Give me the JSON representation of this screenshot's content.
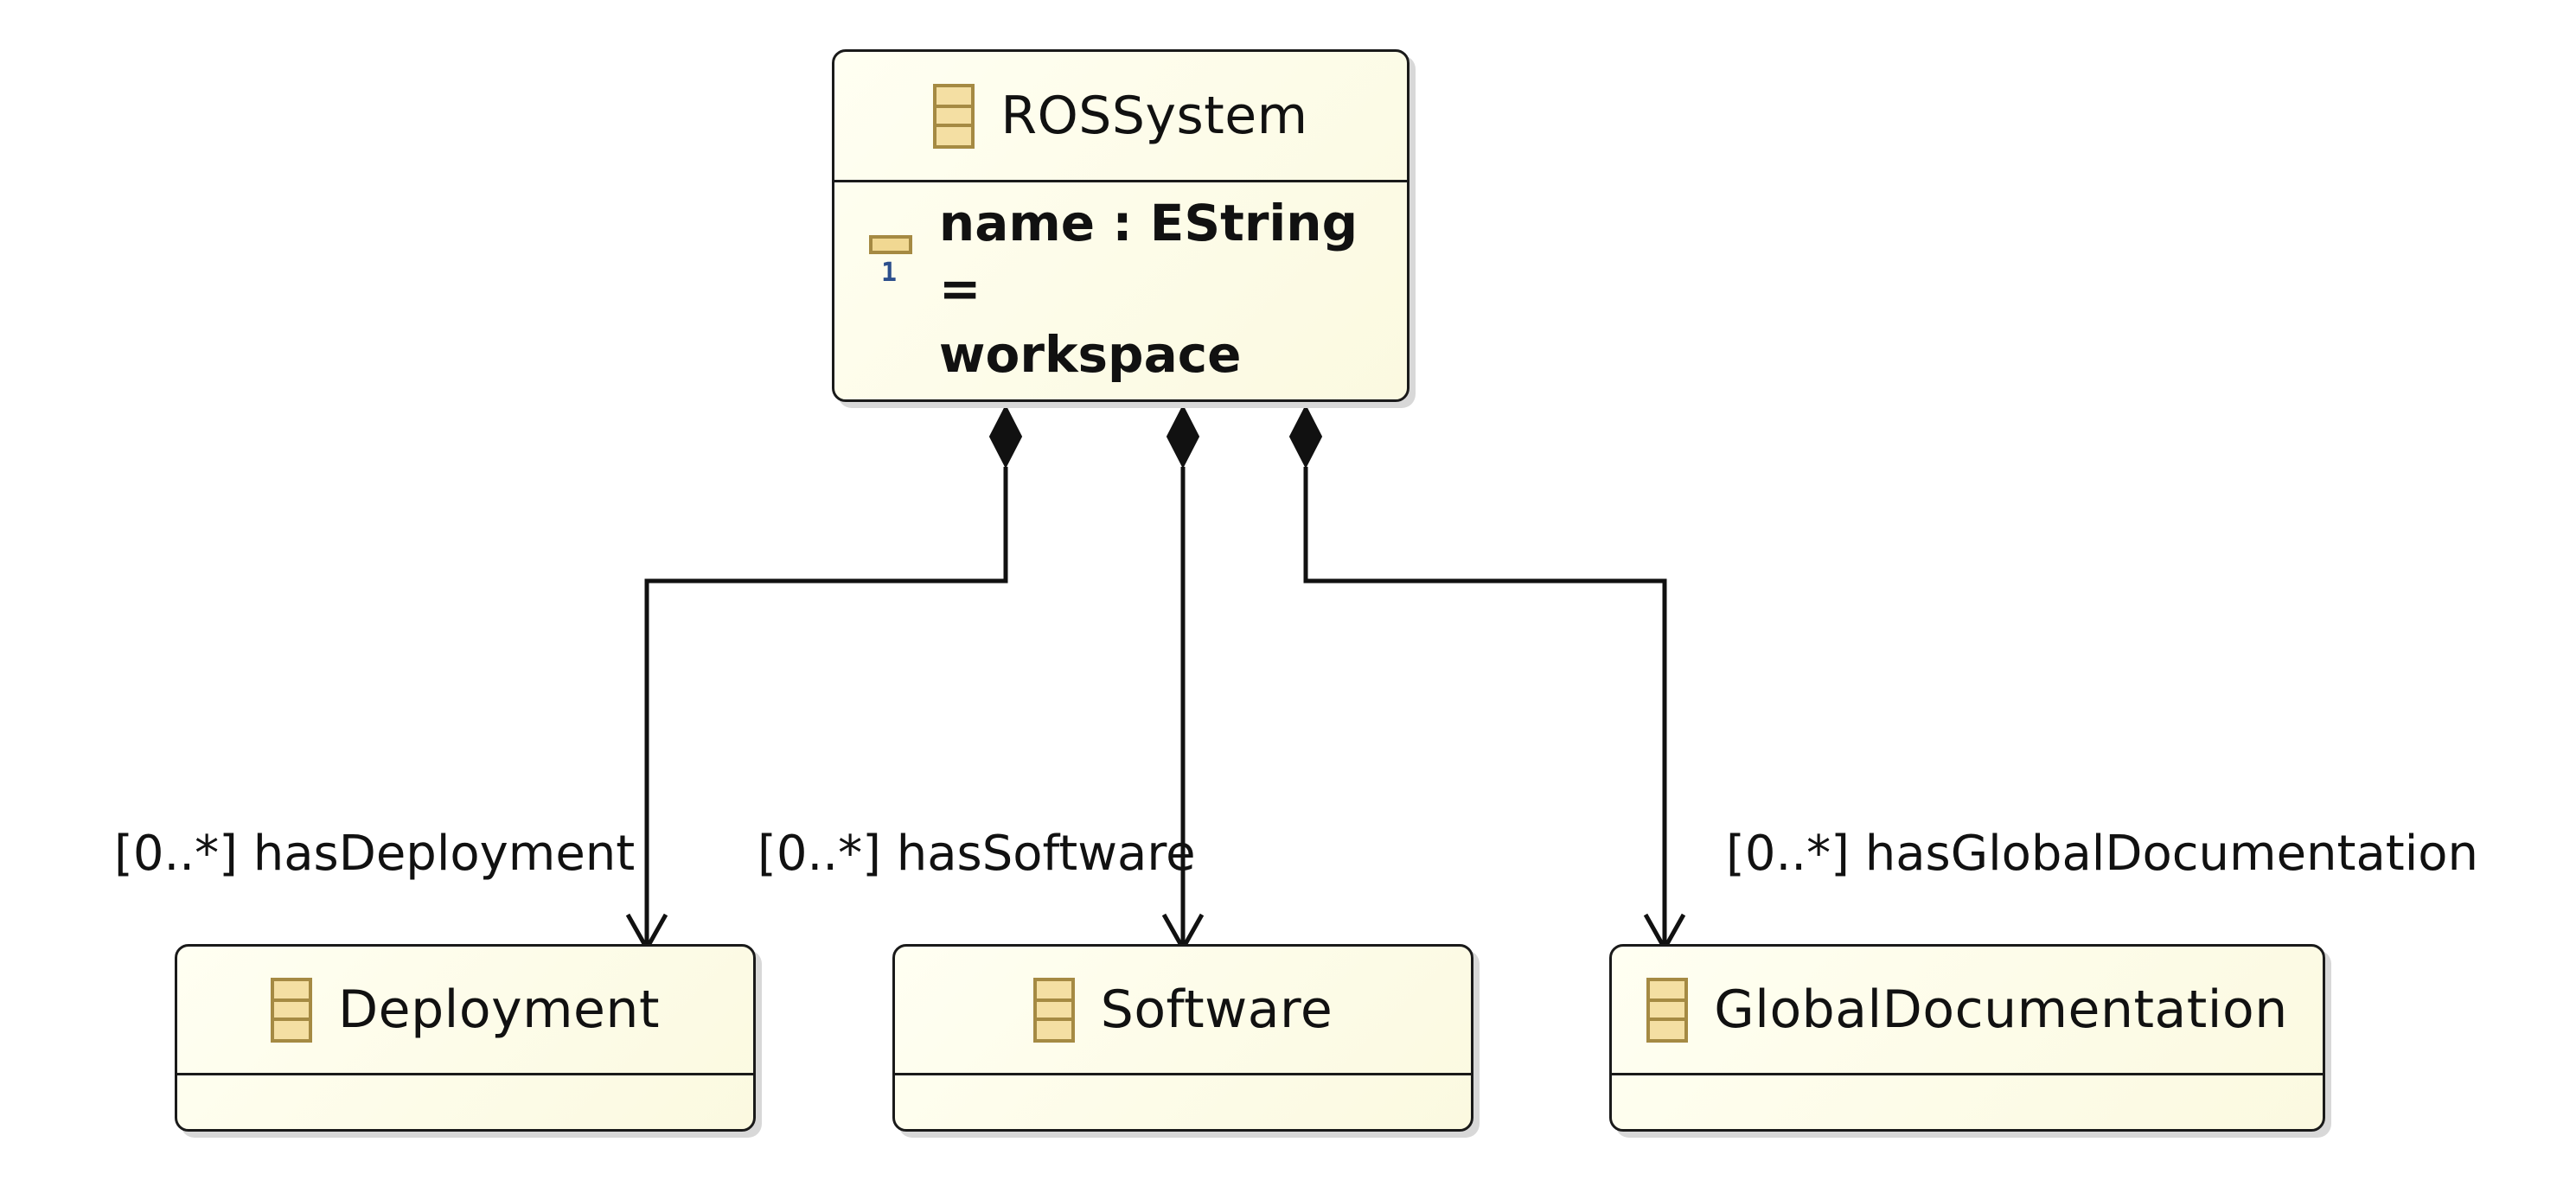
{
  "diagram": {
    "root": {
      "name": "ROSSystem",
      "icon": "eclass-icon",
      "attribute": {
        "icon": "eattribute-icon",
        "line1": "name : EString =",
        "line2": "workspace"
      }
    },
    "children": [
      {
        "name": "Deployment",
        "icon": "eclass-icon",
        "reference_label": "[0..*] hasDeployment"
      },
      {
        "name": "Software",
        "icon": "eclass-icon",
        "reference_label": "[0..*] hasSoftware"
      },
      {
        "name": "GlobalDocumentation",
        "icon": "eclass-icon",
        "reference_label": "[0..*] hasGlobalDocumentation"
      }
    ],
    "relation_type": "containment",
    "colors": {
      "class_fill": "#fcfbe6",
      "icon_border": "#a58a43",
      "icon_fill": "#f4dfa3",
      "attr_multiplicity": "#2c4f8c"
    }
  }
}
